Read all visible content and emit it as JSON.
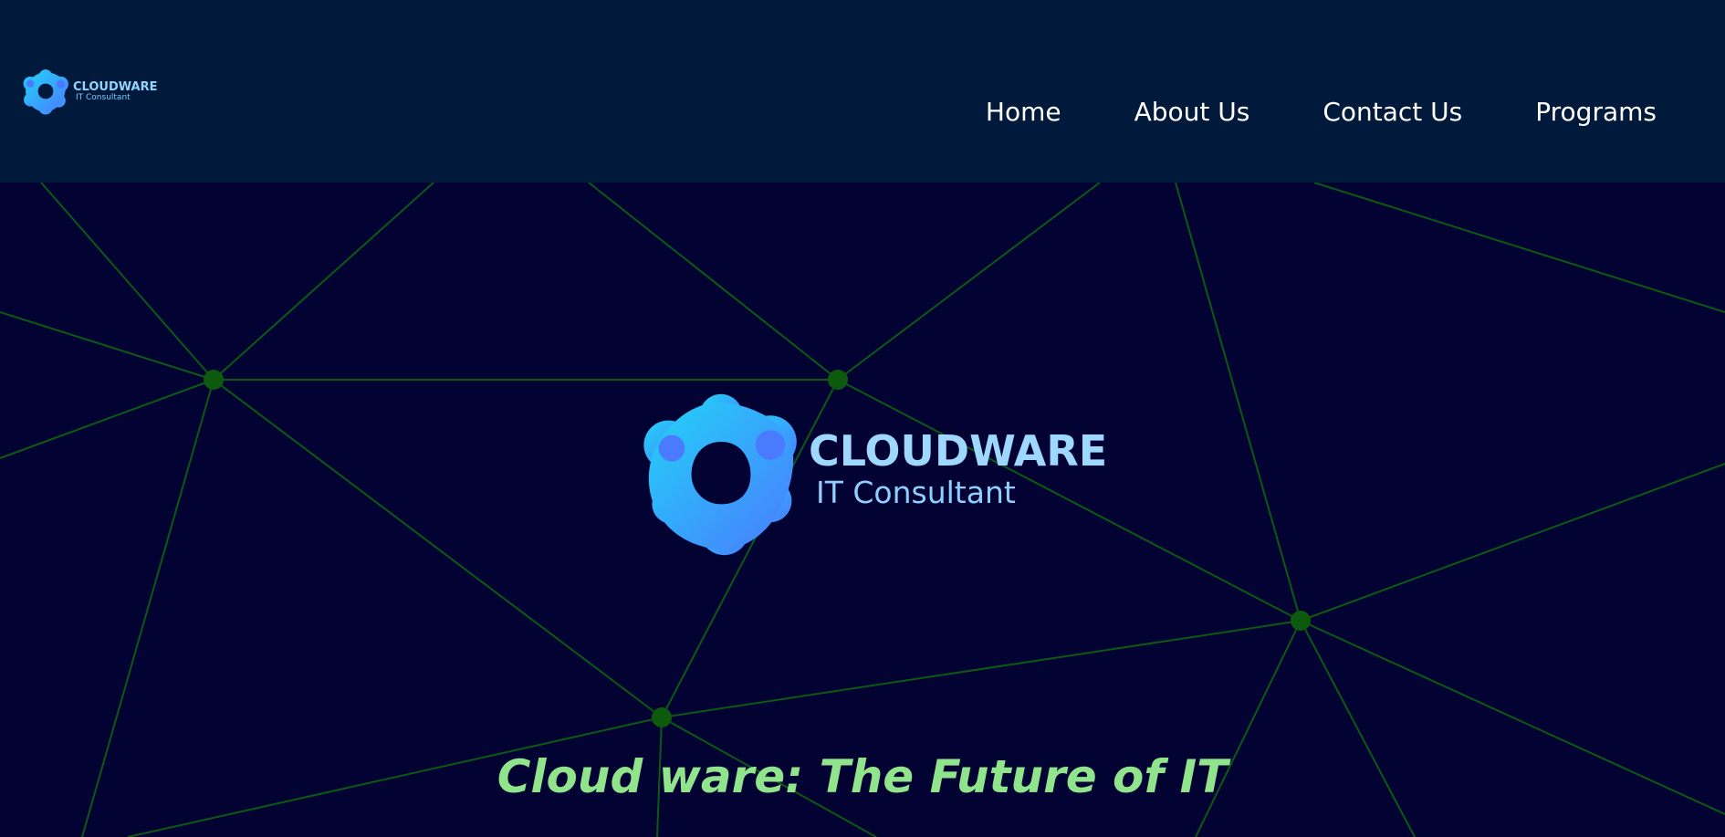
{
  "header": {
    "logo": {
      "name": "CLOUDWARE",
      "subtitle": "IT Consultant",
      "icon": "molecule-ring-logo-icon"
    },
    "nav": [
      {
        "label": "Home"
      },
      {
        "label": "About Us"
      },
      {
        "label": "Contact Us"
      },
      {
        "label": "Programs"
      }
    ]
  },
  "hero": {
    "logo": {
      "name": "CLOUDWARE",
      "subtitle": "IT Consultant",
      "icon": "molecule-ring-logo-icon"
    },
    "tagline": "Cloud ware: The Future of IT",
    "background": "network-mesh-icon"
  },
  "colors": {
    "header_bg": "#011a3b",
    "hero_bg": "#020233",
    "network_lines": "#0b5a14",
    "network_nodes": "#0d5a0f",
    "tagline": "#90e58c",
    "logo_text": "#9fd8ff",
    "logo_gradient_start": "#22d3f7",
    "logo_gradient_end": "#4a7bff"
  }
}
